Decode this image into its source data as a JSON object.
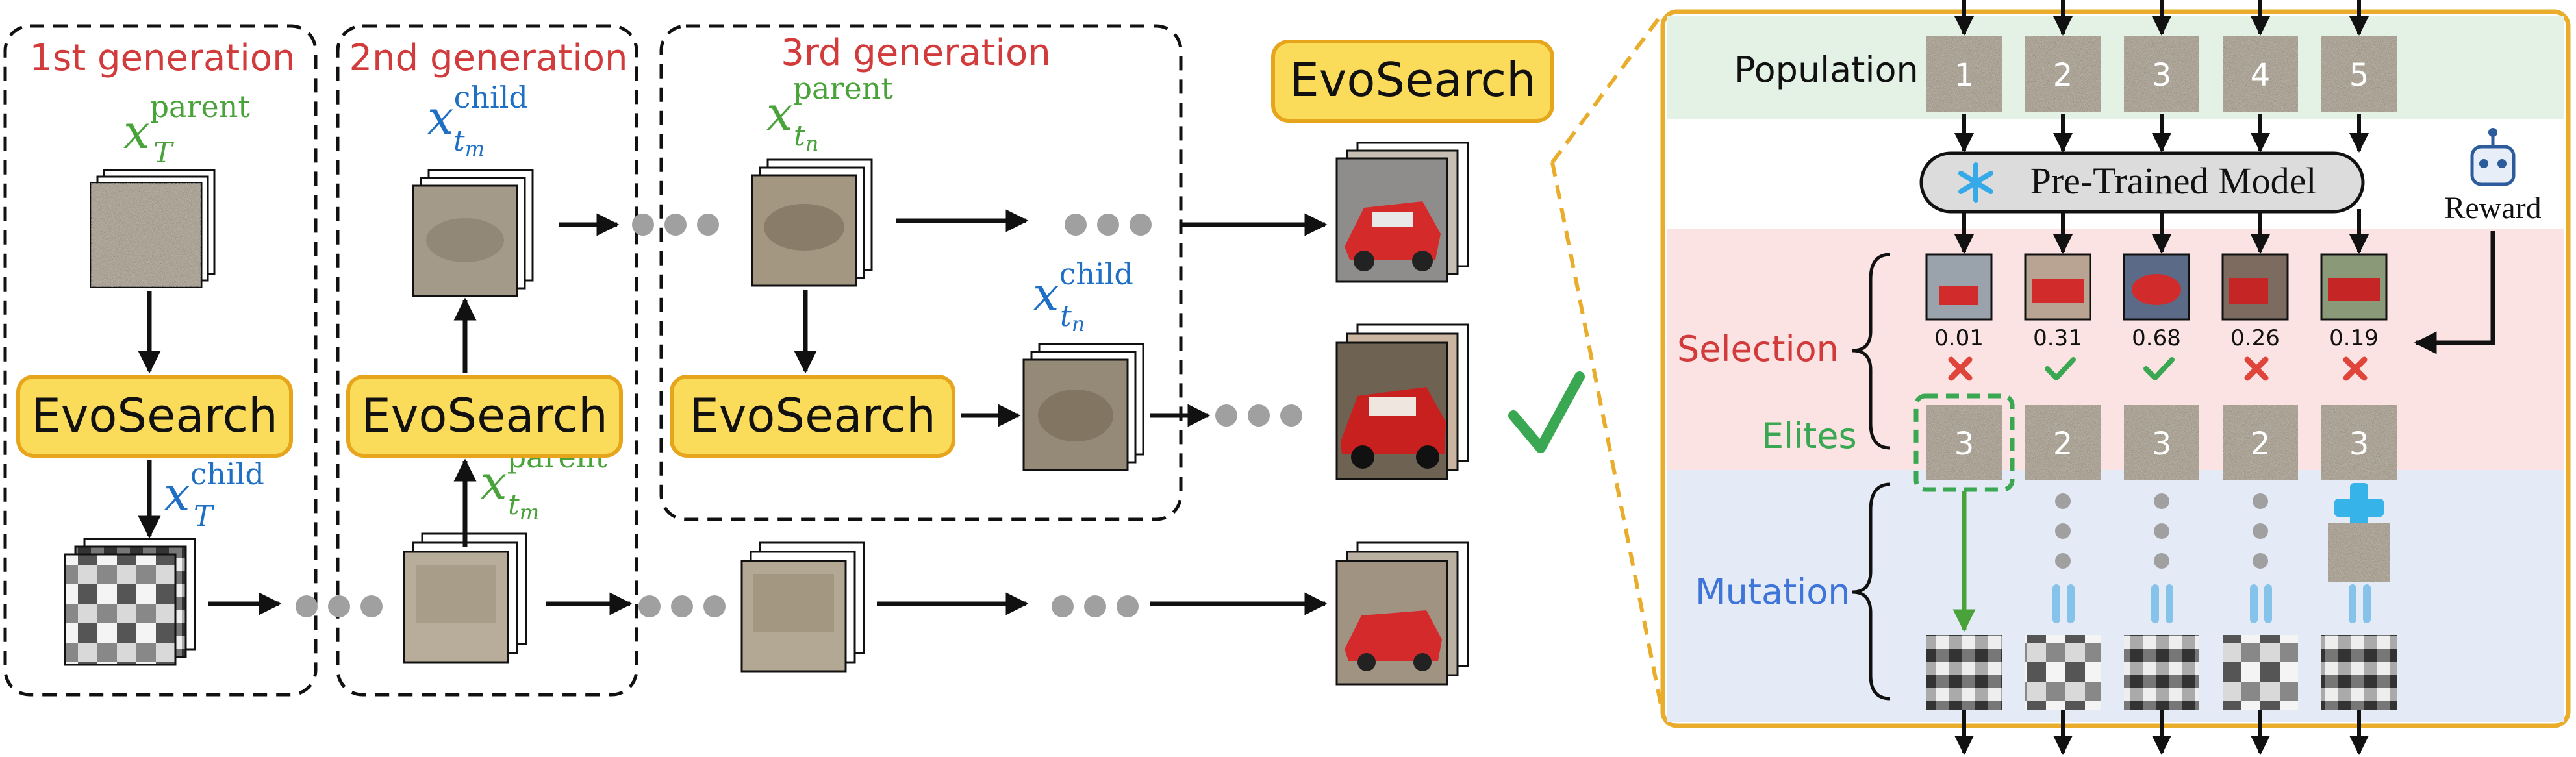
{
  "generations": [
    "1st generation",
    "2nd generation",
    "3rd generation"
  ],
  "evosearch_label": "EvoSearch",
  "latents": {
    "base": "x",
    "sub_T": "T",
    "sub_tm": "t",
    "sub_tm_small": "m",
    "sub_tn": "t",
    "sub_tn_small": "n",
    "parent": "parent",
    "child": "child"
  },
  "panel": {
    "population_label": "Population",
    "population": [
      "1",
      "2",
      "3",
      "4",
      "5"
    ],
    "model_label": "Pre-Trained Model",
    "reward_label": "Reward",
    "selection_label": "Selection",
    "scores": [
      "0.01",
      "0.31",
      "0.68",
      "0.26",
      "0.19"
    ],
    "elites_label": "Elites",
    "elites": [
      "3",
      "2",
      "3",
      "2",
      "3"
    ],
    "mutation_label": "Mutation"
  },
  "colors": {
    "generation_red": "#d23b3b",
    "evosearch_fill": "#fbdc5a",
    "evosearch_border": "#e7a51c",
    "child_blue": "#1f6fc5",
    "parent_green": "#4aa33a",
    "population_band": "#e4f2e6",
    "selection_band": "#fbe3e3",
    "mutation_band": "#e4ebf7",
    "panel_border": "#e9ad2b",
    "check_green": "#3aa852",
    "cross_red": "#e0453c",
    "plus_blue": "#36b4ea"
  }
}
